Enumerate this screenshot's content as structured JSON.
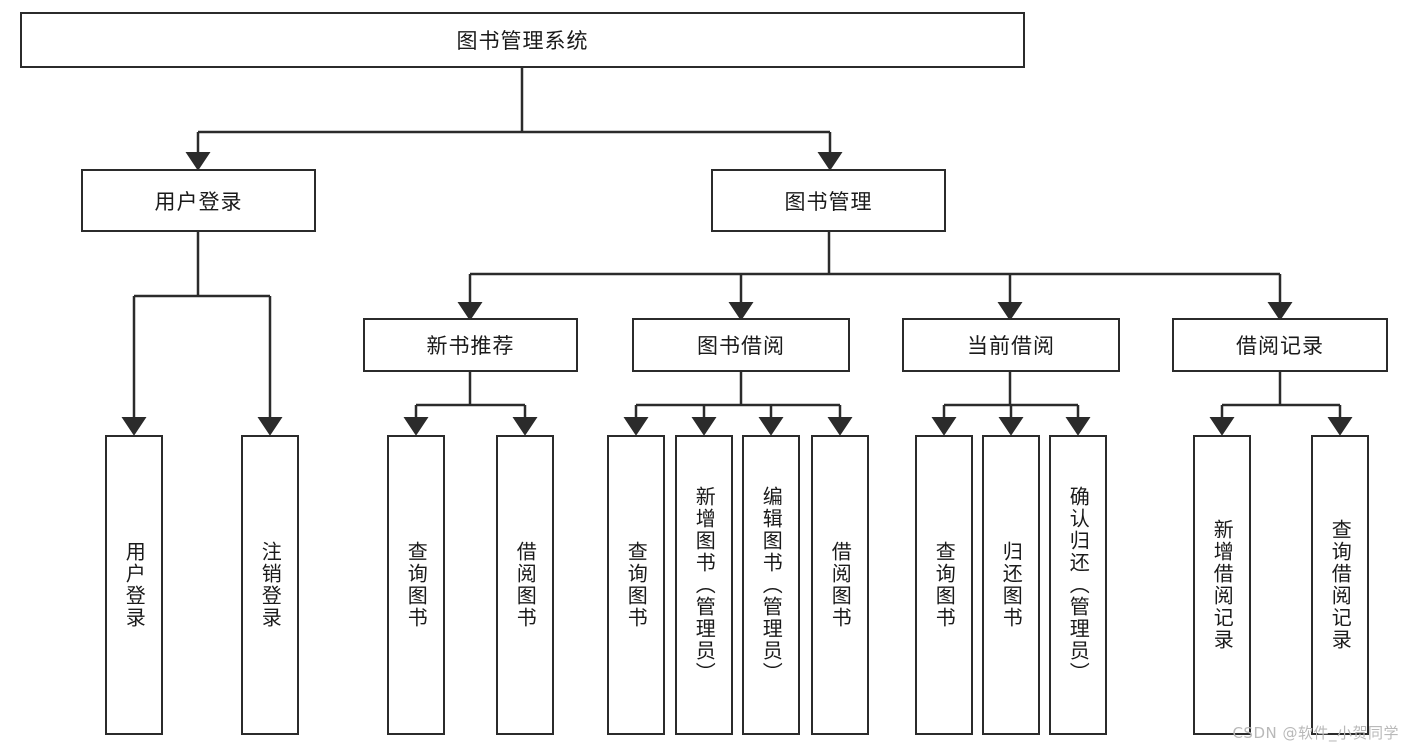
{
  "diagram": {
    "type": "hierarchy-tree",
    "title": "图书管理系统",
    "orientation": "top-down",
    "colors": {
      "box_border": "#2b2b2b",
      "background": "#ffffff",
      "text": "#1a1a1a",
      "watermark": "#b9b9b9"
    },
    "root": {
      "label": "图书管理系统"
    },
    "level2": [
      {
        "label": "用户登录"
      },
      {
        "label": "图书管理"
      }
    ],
    "level3": [
      {
        "label": "新书推荐"
      },
      {
        "label": "图书借阅"
      },
      {
        "label": "当前借阅"
      },
      {
        "label": "借阅记录"
      }
    ],
    "leaves": {
      "user_login": [
        {
          "label": "用户登录"
        },
        {
          "label": "注销登录"
        }
      ],
      "new_book_recommend": [
        {
          "label": "查询图书"
        },
        {
          "label": "借阅图书"
        }
      ],
      "book_borrow": [
        {
          "label": "查询图书"
        },
        {
          "label": "新增图书（管理员）"
        },
        {
          "label": "编辑图书（管理员）"
        },
        {
          "label": "借阅图书"
        }
      ],
      "current_borrow": [
        {
          "label": "查询图书"
        },
        {
          "label": "归还图书"
        },
        {
          "label": "确认归还（管理员）"
        }
      ],
      "borrow_record": [
        {
          "label": "新增借阅记录"
        },
        {
          "label": "查询借阅记录"
        }
      ]
    }
  },
  "watermark": {
    "text": "CSDN @软件_小贺同学"
  }
}
